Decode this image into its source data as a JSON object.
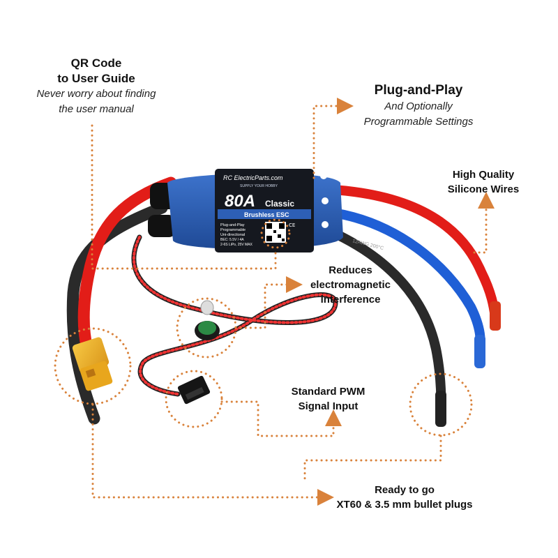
{
  "esc": {
    "brand": "RC ElectricParts.com",
    "tagline": "SUPPLY YOUR HOBBY",
    "model": "80A",
    "model_suffix": "Classic",
    "type": "Brushless ESC",
    "features": [
      "Plug-and-Play",
      "Programmable",
      "Uni-directional",
      "BEC: 5.5V / 4A",
      "2-6S LiPo, 25V MAX"
    ],
    "wire_text": "12AWG 200°C",
    "colors": {
      "body": "#2d5fb6",
      "label": "#15181f",
      "red_wire": "#e21d18",
      "blue_wire": "#1f5fd6",
      "black_wire": "#2a2a2a",
      "xt60": "#f2b61f",
      "callout_line": "#d9823b"
    }
  },
  "callouts": {
    "qr": {
      "title_1": "QR Code",
      "title_2": "to User Guide",
      "sub_1": "Never worry about finding",
      "sub_2": "the user manual"
    },
    "plug_and_play": {
      "title": "Plug-and-Play",
      "sub_1": "And Optionally",
      "sub_2": "Programmable Settings"
    },
    "wires": {
      "line_1": "High Quality",
      "line_2": "Silicone Wires"
    },
    "emi": {
      "line_1": "Reduces",
      "line_2": "electromagnetic",
      "line_3": "interference"
    },
    "pwm": {
      "line_1": "Standard PWM",
      "line_2": "Signal Input"
    },
    "plugs": {
      "line_1": "Ready to go",
      "line_2": "XT60 & 3.5 mm bullet plugs"
    }
  }
}
